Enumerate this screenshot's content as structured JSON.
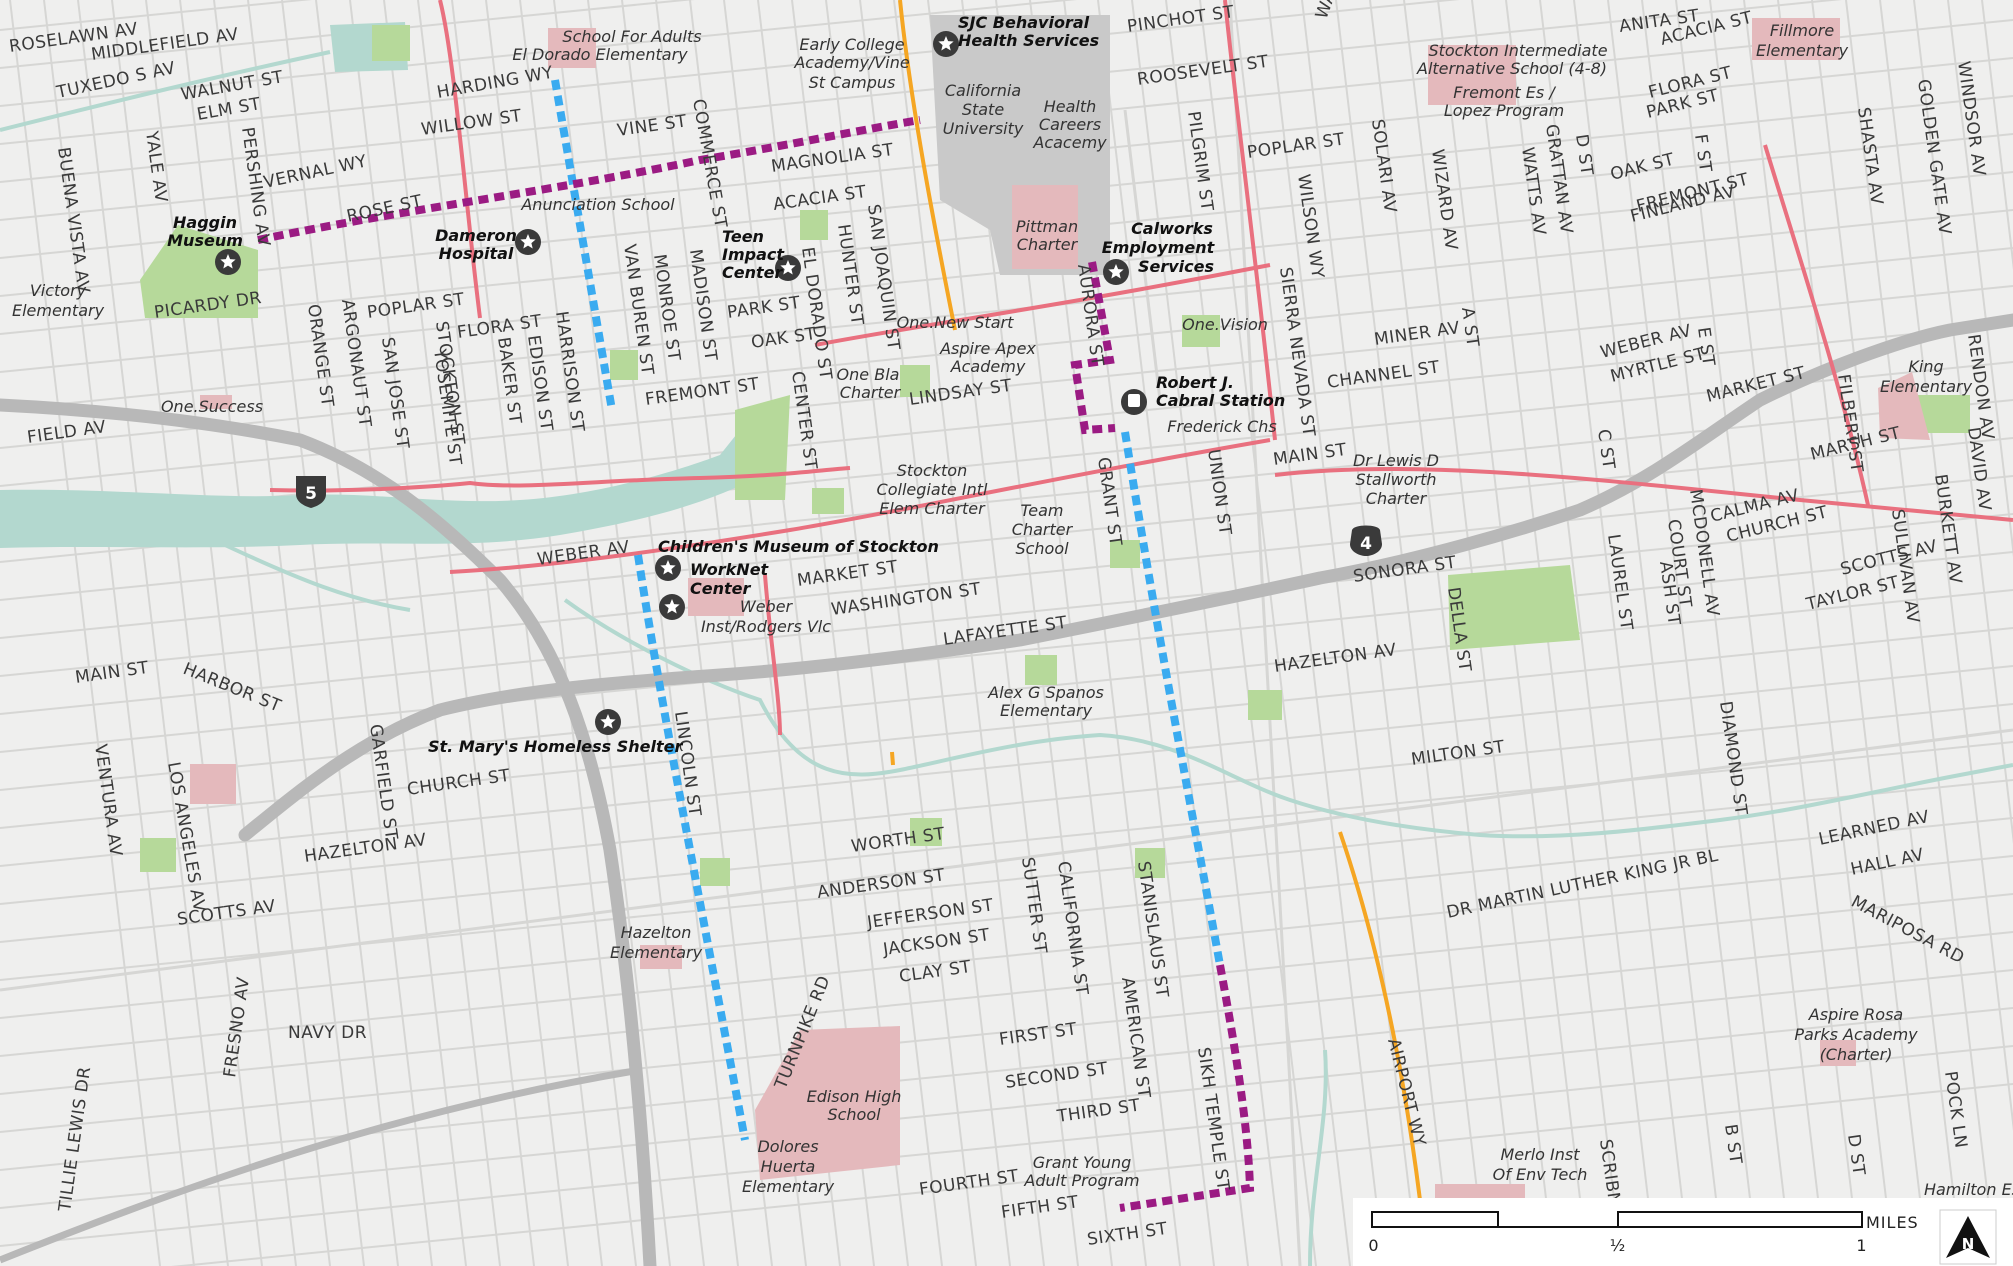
{
  "map": {
    "colors": {
      "background": "#efefee",
      "minor_road": "#d6d6d4",
      "highway": "#b8b8b8",
      "arterial_pink": "#e9707f",
      "dotted_blue": "#3aabf0",
      "dotted_purple": "#9b1b83",
      "orange_road": "#f5a623",
      "water": "#b3d8cf",
      "park": "#b6d99a",
      "school": "#e4b9bc",
      "campus": "#c9c9c9"
    },
    "shields": [
      {
        "id": "i5",
        "label": "5"
      },
      {
        "id": "sr4",
        "label": "4"
      }
    ],
    "streets": [
      {
        "id": "roselawn-av",
        "label": "ROSELAWN AV"
      },
      {
        "id": "middlefield-av",
        "label": "MIDDLEFIELD AV"
      },
      {
        "id": "tuxedo-s-av",
        "label": "TUXEDO S AV"
      },
      {
        "id": "walnut-st",
        "label": "WALNUT ST"
      },
      {
        "id": "elm-st",
        "label": "ELM ST"
      },
      {
        "id": "harding-wy",
        "label": "HARDING WY"
      },
      {
        "id": "willow-st",
        "label": "WILLOW ST"
      },
      {
        "id": "vine-st",
        "label": "VINE ST"
      },
      {
        "id": "commerce-st",
        "label": "COMMERCE ST"
      },
      {
        "id": "magnolia-st",
        "label": "MAGNOLIA ST"
      },
      {
        "id": "acacia-st",
        "label": "ACACIA ST"
      },
      {
        "id": "vernal-wy",
        "label": "VERNAL WY"
      },
      {
        "id": "rose-st",
        "label": "ROSE ST"
      },
      {
        "id": "buena-vista-av",
        "label": "BUENA VISTA AV"
      },
      {
        "id": "yale-av",
        "label": "YALE AV"
      },
      {
        "id": "pershing-av",
        "label": "PERSHING AV"
      },
      {
        "id": "picardy-dr",
        "label": "PICARDY DR"
      },
      {
        "id": "orange-st",
        "label": "ORANGE ST"
      },
      {
        "id": "argonaut-st",
        "label": "ARGONAUT ST"
      },
      {
        "id": "poplar-st-w",
        "label": "POPLAR ST"
      },
      {
        "id": "san-jose-st",
        "label": "SAN JOSE ST"
      },
      {
        "id": "stockton-st",
        "label": "STOCKTON ST"
      },
      {
        "id": "yosemite-st",
        "label": "YOSEMITE ST"
      },
      {
        "id": "flora-st-w",
        "label": "FLORA ST"
      },
      {
        "id": "baker-st",
        "label": "BAKER ST"
      },
      {
        "id": "edison-st",
        "label": "EDISON ST"
      },
      {
        "id": "harrison-st",
        "label": "HARRISON ST"
      },
      {
        "id": "van-buren-st",
        "label": "VAN BUREN ST"
      },
      {
        "id": "monroe-st",
        "label": "MONROE ST"
      },
      {
        "id": "madison-st",
        "label": "MADISON ST"
      },
      {
        "id": "park-st",
        "label": "PARK ST"
      },
      {
        "id": "el-dorado-st",
        "label": "EL DORADO ST"
      },
      {
        "id": "hunter-st",
        "label": "HUNTER ST"
      },
      {
        "id": "san-joaquin-st",
        "label": "SAN JOAQUIN ST"
      },
      {
        "id": "oak-st",
        "label": "OAK ST"
      },
      {
        "id": "fremont-st-w",
        "label": "FREMONT ST"
      },
      {
        "id": "center-st",
        "label": "CENTER ST"
      },
      {
        "id": "lindsay-st",
        "label": "LINDSAY ST"
      },
      {
        "id": "field-av",
        "label": "FIELD AV"
      },
      {
        "id": "weber-av-w",
        "label": "WEBER AV"
      },
      {
        "id": "market-st-w",
        "label": "MARKET ST"
      },
      {
        "id": "washington-st",
        "label": "WASHINGTON ST"
      },
      {
        "id": "lafayette-st",
        "label": "LAFAYETTE ST"
      },
      {
        "id": "main-st-w",
        "label": "MAIN ST"
      },
      {
        "id": "harbor-st",
        "label": "HARBOR ST"
      },
      {
        "id": "garfield-st",
        "label": "GARFIELD ST"
      },
      {
        "id": "church-st-w",
        "label": "CHURCH ST"
      },
      {
        "id": "ventura-av",
        "label": "VENTURA AV"
      },
      {
        "id": "los-angeles-av",
        "label": "LOS ANGELES AV"
      },
      {
        "id": "hazelton-av-w",
        "label": "HAZELTON AV"
      },
      {
        "id": "scotts-av-w",
        "label": "SCOTTS AV"
      },
      {
        "id": "lincoln-st",
        "label": "LINCOLN ST"
      },
      {
        "id": "worth-st",
        "label": "WORTH ST"
      },
      {
        "id": "anderson-st",
        "label": "ANDERSON ST"
      },
      {
        "id": "jefferson-st",
        "label": "JEFFERSON ST"
      },
      {
        "id": "jackson-st",
        "label": "JACKSON ST"
      },
      {
        "id": "clay-st",
        "label": "CLAY ST"
      },
      {
        "id": "navy-dr",
        "label": "NAVY DR"
      },
      {
        "id": "fresno-av",
        "label": "FRESNO AV"
      },
      {
        "id": "tillie-lewis-dr",
        "label": "TILLIE LEWIS DR"
      },
      {
        "id": "turnpike-rd",
        "label": "TURNPIKE RD"
      },
      {
        "id": "sutter-st",
        "label": "SUTTER ST"
      },
      {
        "id": "california-st",
        "label": "CALIFORNIA ST"
      },
      {
        "id": "first-st",
        "label": "FIRST ST"
      },
      {
        "id": "second-st",
        "label": "SECOND ST"
      },
      {
        "id": "third-st",
        "label": "THIRD ST"
      },
      {
        "id": "fourth-st",
        "label": "FOURTH ST"
      },
      {
        "id": "fifth-st",
        "label": "FIFTH ST"
      },
      {
        "id": "sixth-st",
        "label": "SIXTH ST"
      },
      {
        "id": "american-st",
        "label": "AMERICAN ST"
      },
      {
        "id": "stanislaus-st",
        "label": "STANISLAUS ST"
      },
      {
        "id": "sikh-temple-st",
        "label": "SIKH TEMPLE ST"
      },
      {
        "id": "grant-st",
        "label": "GRANT ST"
      },
      {
        "id": "aurora-st",
        "label": "AURORA ST"
      },
      {
        "id": "union-st",
        "label": "UNION ST"
      },
      {
        "id": "pinchot-st",
        "label": "PINCHOT ST"
      },
      {
        "id": "roosevelt-st",
        "label": "ROOSEVELT ST"
      },
      {
        "id": "pilgrim-st",
        "label": "PILGRIM ST"
      },
      {
        "id": "waterloo-rd",
        "label": "WATERLOO RD"
      },
      {
        "id": "solari-av",
        "label": "SOLARI AV"
      },
      {
        "id": "poplar-st-e",
        "label": "POPLAR ST"
      },
      {
        "id": "wilson-wy",
        "label": "WILSON WY"
      },
      {
        "id": "sierra-nevada-st",
        "label": "SIERRA NEVADA ST"
      },
      {
        "id": "wizard-av",
        "label": "WIZARD AV"
      },
      {
        "id": "a-st",
        "label": "A ST"
      },
      {
        "id": "miner-av",
        "label": "MINER AV"
      },
      {
        "id": "channel-st",
        "label": "CHANNEL ST"
      },
      {
        "id": "main-st-e",
        "label": "MAIN ST"
      },
      {
        "id": "sonora-st",
        "label": "SONORA ST"
      },
      {
        "id": "della-st",
        "label": "DELLA ST"
      },
      {
        "id": "hazelton-av-e",
        "label": "HAZELTON AV"
      },
      {
        "id": "milton-st",
        "label": "MILTON ST"
      },
      {
        "id": "airport-wy",
        "label": "AIRPORT WY"
      },
      {
        "id": "dr-mlk-jr-bl",
        "label": "DR MARTIN LUTHER KING JR BL"
      },
      {
        "id": "diamond-st",
        "label": "DIAMOND ST"
      },
      {
        "id": "learned-av",
        "label": "LEARNED AV"
      },
      {
        "id": "hall-av",
        "label": "HALL AV"
      },
      {
        "id": "mariposa-rd",
        "label": "MARIPOSA RD"
      },
      {
        "id": "b-st",
        "label": "B ST"
      },
      {
        "id": "d-st-s",
        "label": "D ST"
      },
      {
        "id": "pock-ln",
        "label": "POCK LN"
      },
      {
        "id": "scribner",
        "label": "SCRIBN"
      },
      {
        "id": "anita-st",
        "label": "ANITA ST"
      },
      {
        "id": "acacia-st-e",
        "label": "ACACIA ST"
      },
      {
        "id": "flora-st-e",
        "label": "FLORA ST"
      },
      {
        "id": "park-st-e",
        "label": "PARK ST"
      },
      {
        "id": "f-st",
        "label": "F ST"
      },
      {
        "id": "d-st-n",
        "label": "D ST"
      },
      {
        "id": "oak-st-e",
        "label": "OAK ST"
      },
      {
        "id": "grattan-av",
        "label": "GRATTAN AV"
      },
      {
        "id": "watts-av",
        "label": "WATTS AV"
      },
      {
        "id": "fremont-st-e",
        "label": "FREMONT ST"
      },
      {
        "id": "finland-av",
        "label": "FINLAND AV"
      },
      {
        "id": "shasta-av",
        "label": "SHASTA AV"
      },
      {
        "id": "golden-gate-av",
        "label": "GOLDEN GATE AV"
      },
      {
        "id": "windsor-av",
        "label": "WINDSOR AV"
      },
      {
        "id": "weber-av-e",
        "label": "WEBER AV"
      },
      {
        "id": "e-st",
        "label": "E ST"
      },
      {
        "id": "myrtle-st",
        "label": "MYRTLE ST"
      },
      {
        "id": "market-st-e",
        "label": "MARKET ST"
      },
      {
        "id": "filbert-st",
        "label": "FILBERT ST"
      },
      {
        "id": "rendon-av",
        "label": "RENDON AV"
      },
      {
        "id": "marsh-st",
        "label": "MARSH ST"
      },
      {
        "id": "david-av",
        "label": "DAVID AV"
      },
      {
        "id": "c-st",
        "label": "C ST"
      },
      {
        "id": "burkett-av",
        "label": "BURKETT AV"
      },
      {
        "id": "calma-av",
        "label": "CALMA AV"
      },
      {
        "id": "church-st-e",
        "label": "CHURCH ST"
      },
      {
        "id": "scotts-av-e",
        "label": "SCOTTS AV"
      },
      {
        "id": "sullivan-av",
        "label": "SULLIVAN AV"
      },
      {
        "id": "laurel-st",
        "label": "LAUREL ST"
      },
      {
        "id": "court-st",
        "label": "COURT ST"
      },
      {
        "id": "ash-st",
        "label": "ASH ST"
      },
      {
        "id": "mcdonell-av",
        "label": "MCDONELL AV"
      },
      {
        "id": "taylor-st",
        "label": "TAYLOR ST"
      }
    ],
    "places": [
      {
        "id": "school-for-adults",
        "label": "School For Adults"
      },
      {
        "id": "el-dorado-elementary",
        "label": "El Dorado Elementary"
      },
      {
        "id": "early-college-1",
        "label": "Early College"
      },
      {
        "id": "early-college-2",
        "label": "Academy/Vine"
      },
      {
        "id": "early-college-3",
        "label": "St Campus"
      },
      {
        "id": "csu-1",
        "label": "California"
      },
      {
        "id": "csu-2",
        "label": "State"
      },
      {
        "id": "csu-3",
        "label": "University"
      },
      {
        "id": "hca-1",
        "label": "Health"
      },
      {
        "id": "hca-2",
        "label": "Careers"
      },
      {
        "id": "hca-3",
        "label": "Acacemy"
      },
      {
        "id": "pittman-1",
        "label": "Pittman"
      },
      {
        "id": "pittman-2",
        "label": "Charter"
      },
      {
        "id": "anunciation",
        "label": "Anunciation School"
      },
      {
        "id": "victory-1",
        "label": "Victory"
      },
      {
        "id": "victory-2",
        "label": "Elementary"
      },
      {
        "id": "one-new-start",
        "label": "One.New Start"
      },
      {
        "id": "aspire-apex-1",
        "label": "Aspire Apex"
      },
      {
        "id": "aspire-apex-2",
        "label": "Academy"
      },
      {
        "id": "one-bla-1",
        "label": "One Bla"
      },
      {
        "id": "one-bla-2",
        "label": "Charter"
      },
      {
        "id": "one-vision",
        "label": "One.Vision"
      },
      {
        "id": "one-success",
        "label": "One.Success"
      },
      {
        "id": "frederick-chs",
        "label": "Frederick Chs"
      },
      {
        "id": "scie-1",
        "label": "Stockton"
      },
      {
        "id": "scie-2",
        "label": "Collegiate Intl"
      },
      {
        "id": "scie-3",
        "label": "Elem Charter"
      },
      {
        "id": "team-1",
        "label": "Team"
      },
      {
        "id": "team-2",
        "label": "Charter"
      },
      {
        "id": "team-3",
        "label": "School"
      },
      {
        "id": "weber-inst-1",
        "label": "Weber"
      },
      {
        "id": "weber-inst-2",
        "label": "Inst/Rodgers Vlc"
      },
      {
        "id": "spanos-1",
        "label": "Alex G Spanos"
      },
      {
        "id": "spanos-2",
        "label": "Elementary"
      },
      {
        "id": "hazelton-1",
        "label": "Hazelton"
      },
      {
        "id": "hazelton-2",
        "label": "Elementary"
      },
      {
        "id": "edison-1",
        "label": "Edison High"
      },
      {
        "id": "edison-2",
        "label": "School"
      },
      {
        "id": "dolores-1",
        "label": "Dolores"
      },
      {
        "id": "dolores-2",
        "label": "Huerta"
      },
      {
        "id": "dolores-3",
        "label": "Elementary"
      },
      {
        "id": "grant-young-1",
        "label": "Grant Young"
      },
      {
        "id": "grant-young-2",
        "label": "Adult Program"
      },
      {
        "id": "merlo-1",
        "label": "Merlo Inst"
      },
      {
        "id": "merlo-2",
        "label": "Of Env Tech"
      },
      {
        "id": "hamilton",
        "label": "Hamilton Es"
      },
      {
        "id": "aspire-rosa-1",
        "label": "Aspire Rosa"
      },
      {
        "id": "aspire-rosa-2",
        "label": "Parks Academy"
      },
      {
        "id": "aspire-rosa-3",
        "label": "(Charter)"
      },
      {
        "id": "king-1",
        "label": "King"
      },
      {
        "id": "king-2",
        "label": "Elementary"
      },
      {
        "id": "lewis-1",
        "label": "Dr Lewis D"
      },
      {
        "id": "lewis-2",
        "label": "Stallworth"
      },
      {
        "id": "lewis-3",
        "label": "Charter"
      },
      {
        "id": "stockton-int-1",
        "label": "Stockton Intermediate"
      },
      {
        "id": "stockton-int-2",
        "label": "Alternative School (4-8)"
      },
      {
        "id": "fremont-es-1",
        "label": "Fremont Es /"
      },
      {
        "id": "fremont-es-2",
        "label": "Lopez Program"
      },
      {
        "id": "fillmore-1",
        "label": "Fillmore"
      },
      {
        "id": "fillmore-2",
        "label": "Elementary"
      }
    ],
    "services": [
      {
        "id": "sjc-1",
        "label": "SJC Behavioral"
      },
      {
        "id": "sjc-2",
        "label": "Health Services"
      },
      {
        "id": "haggin-1",
        "label": "Haggin"
      },
      {
        "id": "haggin-2",
        "label": "Museum"
      },
      {
        "id": "dameron-1",
        "label": "Dameron"
      },
      {
        "id": "dameron-2",
        "label": "Hospital"
      },
      {
        "id": "teen-1",
        "label": "Teen"
      },
      {
        "id": "teen-2",
        "label": "Impact"
      },
      {
        "id": "teen-3",
        "label": "Center"
      },
      {
        "id": "calworks-1",
        "label": "Calworks"
      },
      {
        "id": "calworks-2",
        "label": "Employment"
      },
      {
        "id": "calworks-3",
        "label": "Services"
      },
      {
        "id": "cabral-1",
        "label": "Robert J."
      },
      {
        "id": "cabral-2",
        "label": "Cabral Station"
      },
      {
        "id": "childrens-museum",
        "label": "Children's Museum of Stockton"
      },
      {
        "id": "worknet-1",
        "label": "WorkNet"
      },
      {
        "id": "worknet-2",
        "label": "Center"
      },
      {
        "id": "st-marys",
        "label": "St. Mary's Homeless Shelter"
      }
    ],
    "scale_bar": {
      "units_label": "MILES",
      "ticks": [
        "0",
        "½",
        "1"
      ]
    },
    "north_arrow": {
      "label": "N"
    }
  }
}
